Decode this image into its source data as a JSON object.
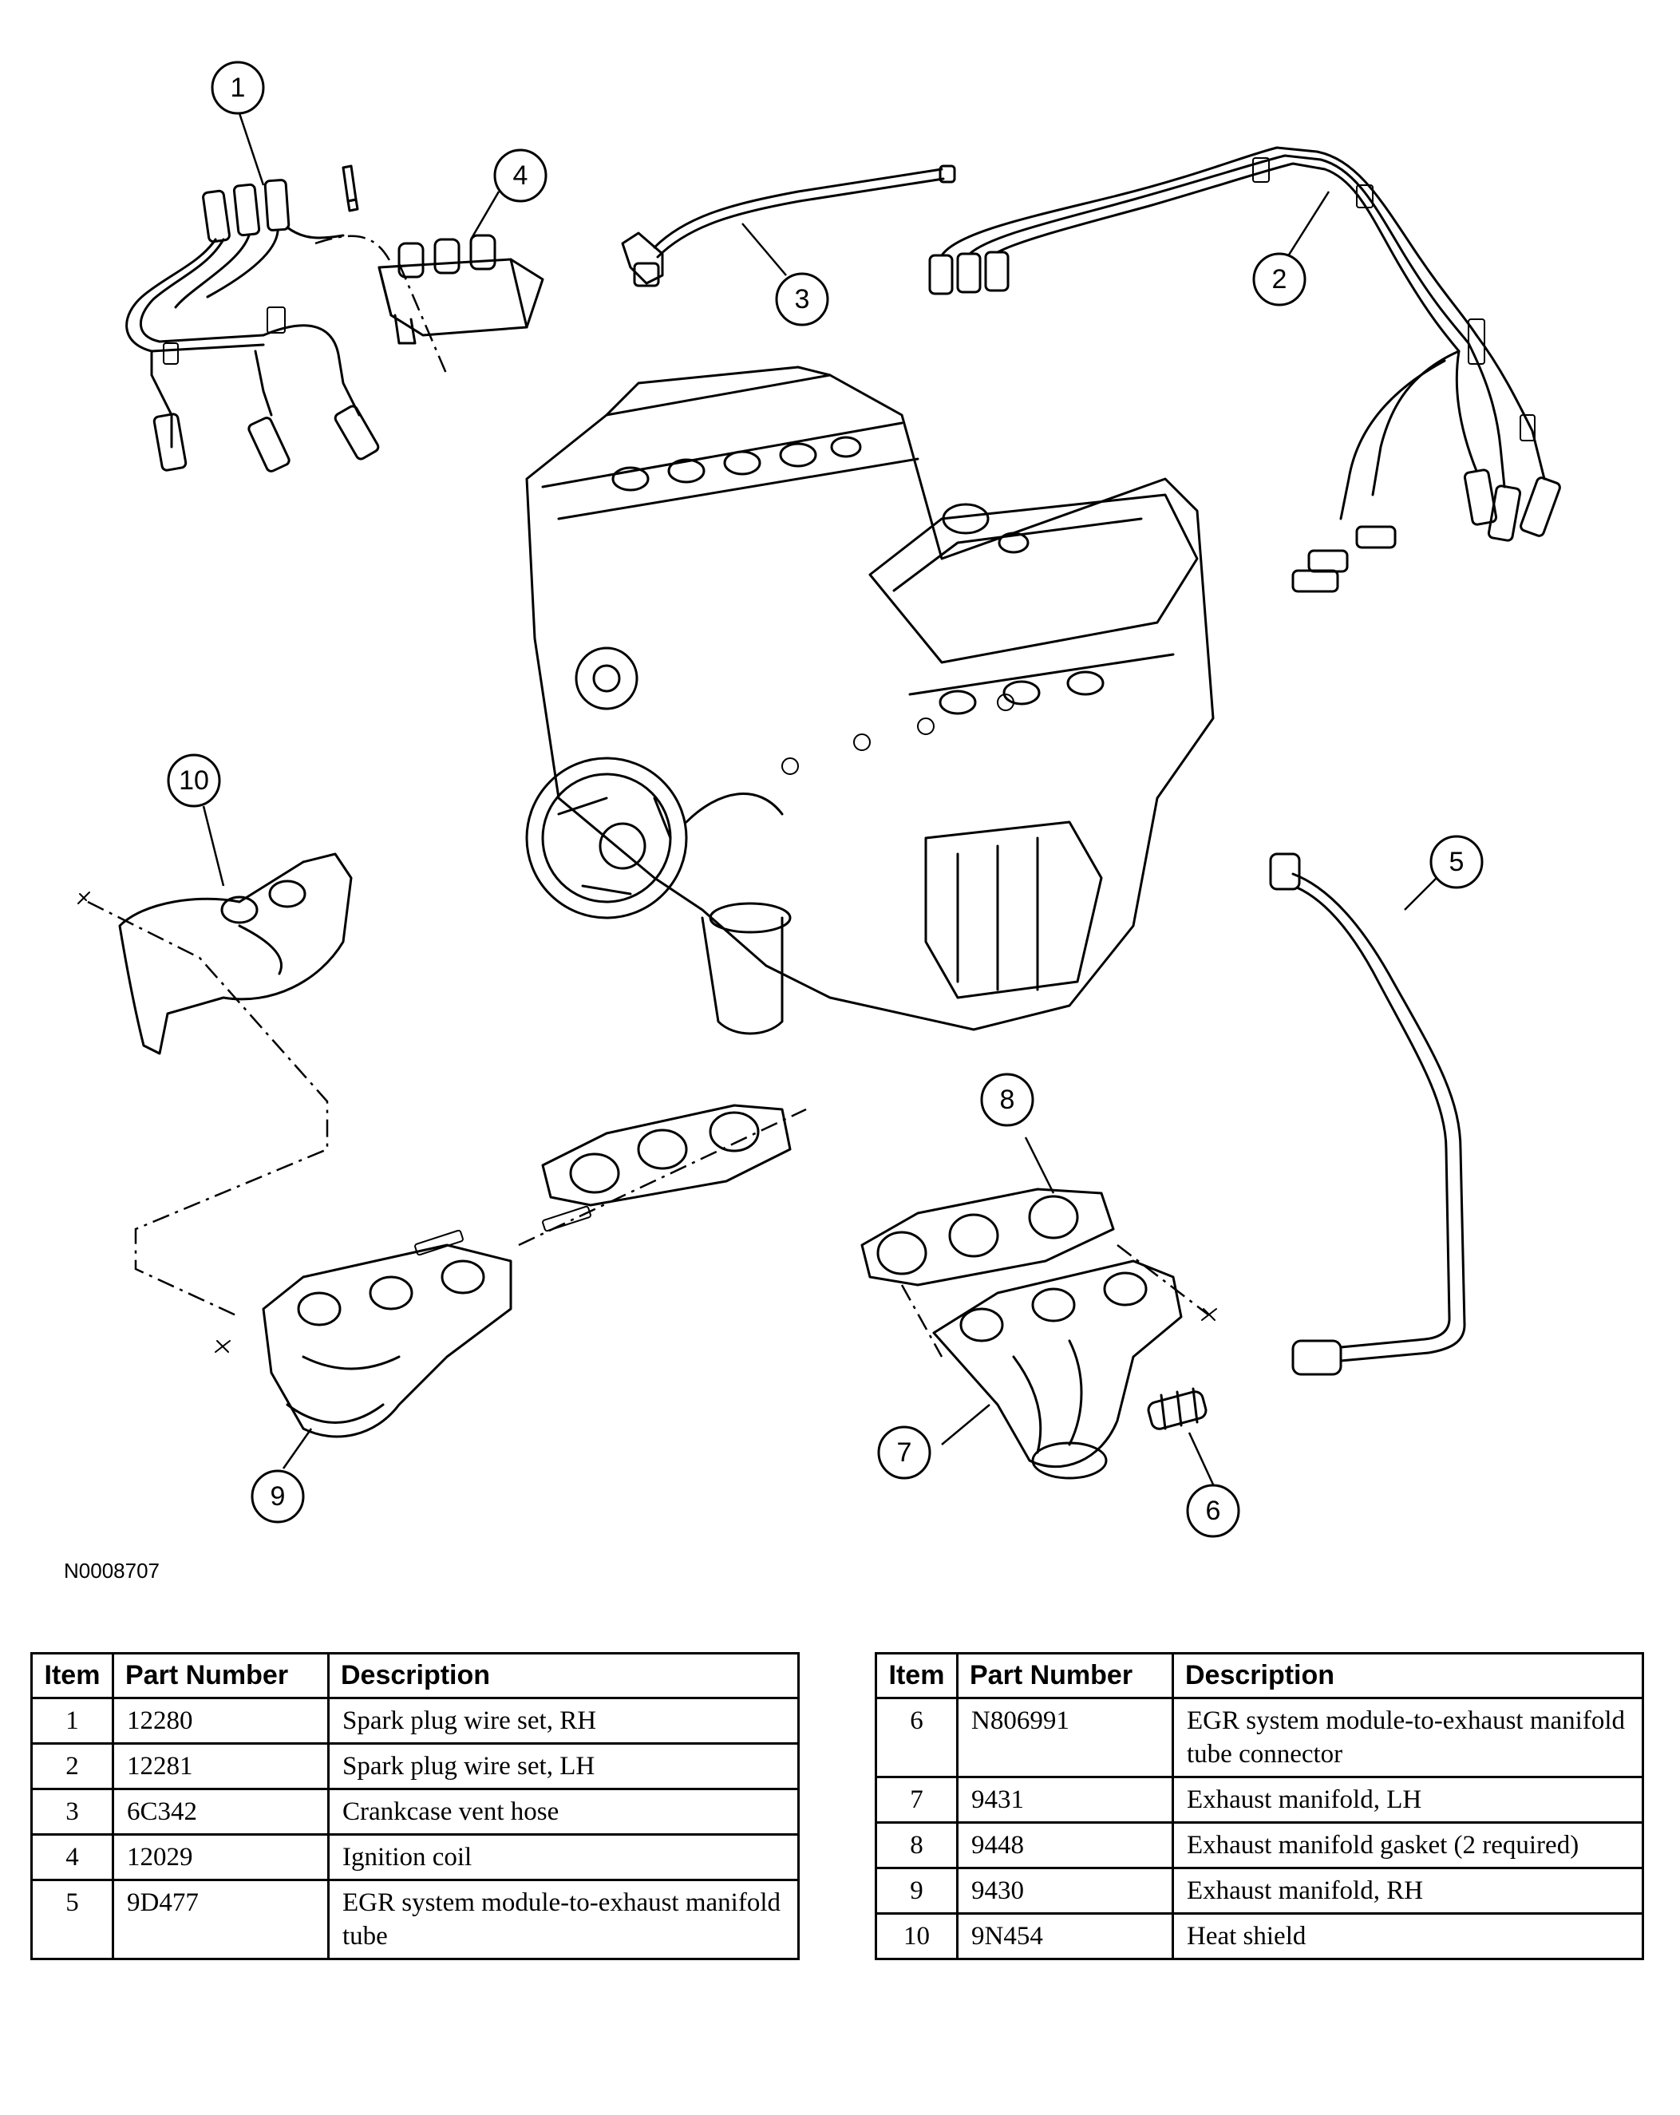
{
  "figure_id": "N0008707",
  "callouts": [
    "1",
    "2",
    "3",
    "4",
    "5",
    "6",
    "7",
    "8",
    "9",
    "10"
  ],
  "table_headers": {
    "item": "Item",
    "part_number": "Part Number",
    "description": "Description"
  },
  "table_left": [
    {
      "item": "1",
      "part": "12280",
      "desc": "Spark plug wire set, RH"
    },
    {
      "item": "2",
      "part": "12281",
      "desc": "Spark plug wire set, LH"
    },
    {
      "item": "3",
      "part": "6C342",
      "desc": "Crankcase vent hose"
    },
    {
      "item": "4",
      "part": "12029",
      "desc": "Ignition coil"
    },
    {
      "item": "5",
      "part": "9D477",
      "desc": "EGR system module-to-exhaust manifold tube"
    }
  ],
  "table_right": [
    {
      "item": "6",
      "part": "N806991",
      "desc": "EGR system module-to-exhaust manifold tube connector"
    },
    {
      "item": "7",
      "part": "9431",
      "desc": "Exhaust manifold, LH"
    },
    {
      "item": "8",
      "part": "9448",
      "desc": "Exhaust manifold gasket (2 required)"
    },
    {
      "item": "9",
      "part": "9430",
      "desc": "Exhaust manifold, RH"
    },
    {
      "item": "10",
      "part": "9N454",
      "desc": "Heat shield"
    }
  ]
}
